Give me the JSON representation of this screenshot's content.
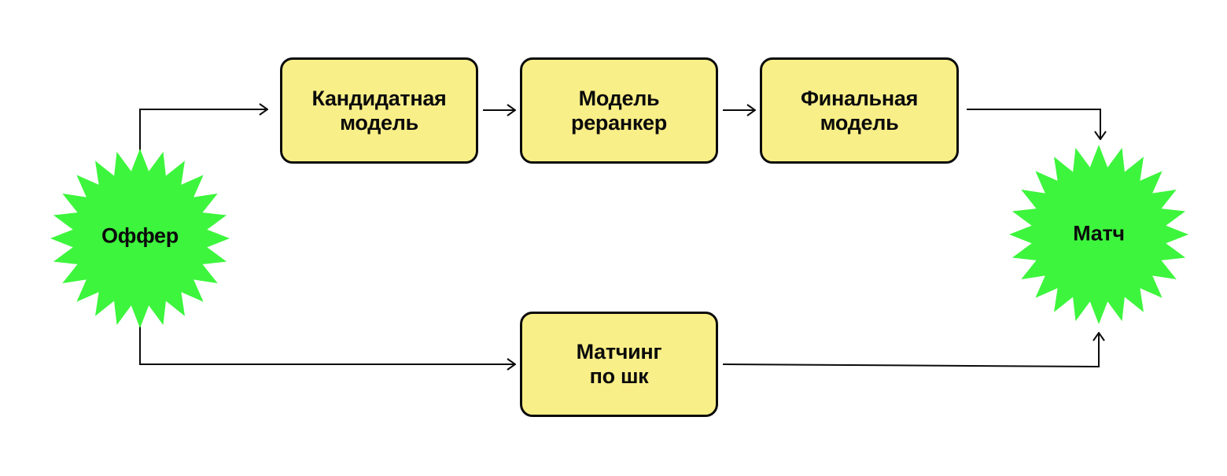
{
  "colors": {
    "box_fill": "#f9ef88",
    "star_fill": "#3df53d",
    "stroke": "#0b0b0b"
  },
  "nodes": {
    "offer": "Оффер",
    "candidate_model": "Кандидатная\nмодель",
    "reranker_model": "Модель\nреранкер",
    "final_model": "Финальная\nмодель",
    "barcode_matching": "Матчинг\nпо шк",
    "match": "Матч"
  }
}
